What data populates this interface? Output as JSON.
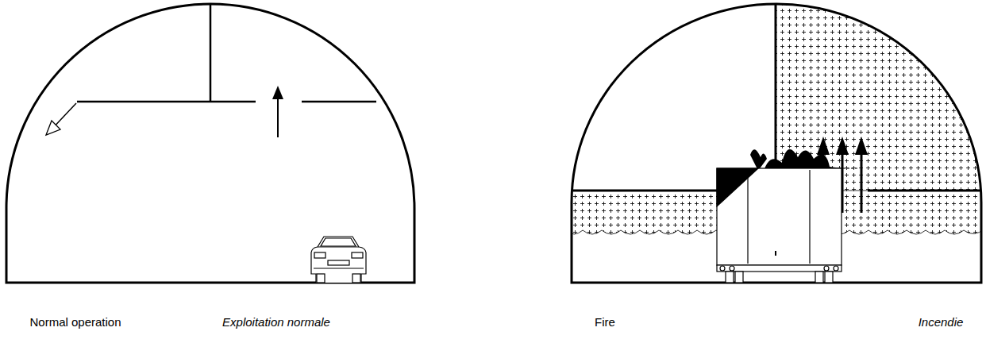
{
  "diagram": {
    "labels": [
      "Normal operation",
      "Exploitation normale",
      "Fire",
      "Incendie"
    ]
  }
}
